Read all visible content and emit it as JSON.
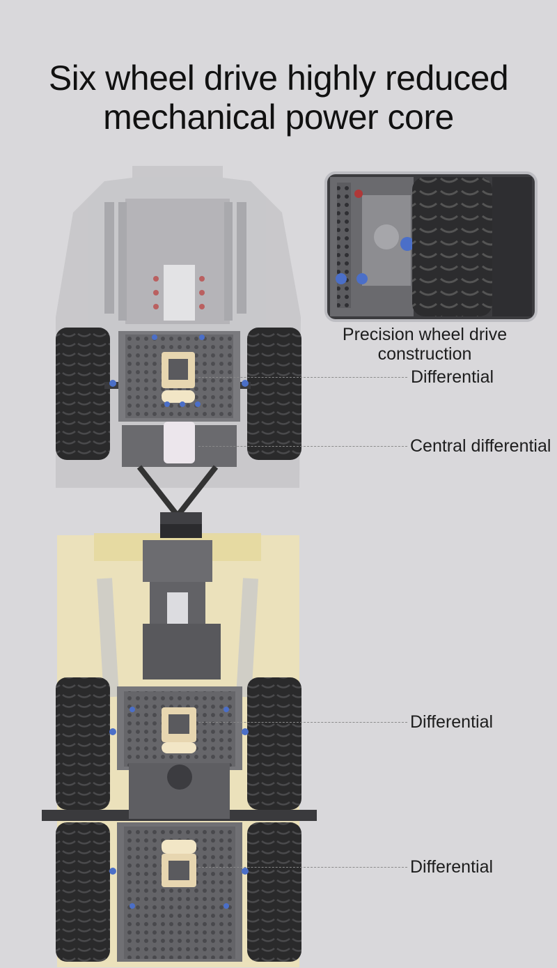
{
  "headline": {
    "line1": "Six wheel drive highly reduced",
    "line2": "mechanical power core"
  },
  "inset": {
    "caption_line1": "Precision wheel drive",
    "caption_line2": "construction"
  },
  "callouts": {
    "front_differential": "Differential",
    "central_differential": "Central differential",
    "middle_differential": "Differential",
    "rear_differential": "Differential"
  },
  "colors": {
    "background": "#d9d8db",
    "text": "#111111",
    "rear_body_tint": "#ede3b5",
    "tire": "#2a2a2b",
    "frame": "#6f6f73",
    "gear_accent": "#e7d6b0",
    "pin_blue": "#4b6fc8",
    "pin_red": "#b03838"
  }
}
